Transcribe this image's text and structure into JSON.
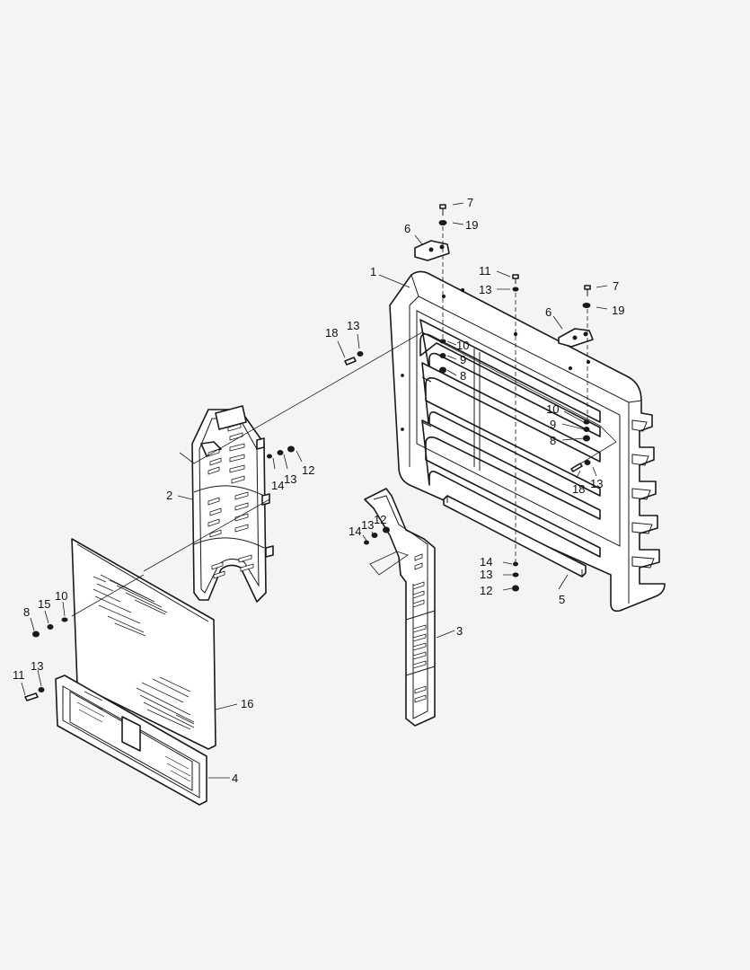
{
  "callouts": [
    {
      "id": "c1",
      "text": "1"
    },
    {
      "id": "c2",
      "text": "2"
    },
    {
      "id": "c3",
      "text": "3"
    },
    {
      "id": "c4",
      "text": "4"
    },
    {
      "id": "c5",
      "text": "5"
    },
    {
      "id": "c6a",
      "text": "6"
    },
    {
      "id": "c6b",
      "text": "6"
    },
    {
      "id": "c7a",
      "text": "7"
    },
    {
      "id": "c7b",
      "text": "7"
    },
    {
      "id": "c8a",
      "text": "8"
    },
    {
      "id": "c8b",
      "text": "8"
    },
    {
      "id": "c8c",
      "text": "8"
    },
    {
      "id": "c9a",
      "text": "9"
    },
    {
      "id": "c9b",
      "text": "9"
    },
    {
      "id": "c10a",
      "text": "10"
    },
    {
      "id": "c10b",
      "text": "10"
    },
    {
      "id": "c10c",
      "text": "10"
    },
    {
      "id": "c11a",
      "text": "11"
    },
    {
      "id": "c11b",
      "text": "11"
    },
    {
      "id": "c12a",
      "text": "12"
    },
    {
      "id": "c12b",
      "text": "12"
    },
    {
      "id": "c12c",
      "text": "12"
    },
    {
      "id": "c13a",
      "text": "13"
    },
    {
      "id": "c13b",
      "text": "13"
    },
    {
      "id": "c13c",
      "text": "13"
    },
    {
      "id": "c13d",
      "text": "13"
    },
    {
      "id": "c13e",
      "text": "13"
    },
    {
      "id": "c13f",
      "text": "13"
    },
    {
      "id": "c13g",
      "text": "13"
    },
    {
      "id": "c14a",
      "text": "14"
    },
    {
      "id": "c14b",
      "text": "14"
    },
    {
      "id": "c14c",
      "text": "14"
    },
    {
      "id": "c15",
      "text": "15"
    },
    {
      "id": "c16",
      "text": "16"
    },
    {
      "id": "c18a",
      "text": "18"
    },
    {
      "id": "c18b",
      "text": "18"
    },
    {
      "id": "c19a",
      "text": "19"
    },
    {
      "id": "c19b",
      "text": "19"
    }
  ]
}
